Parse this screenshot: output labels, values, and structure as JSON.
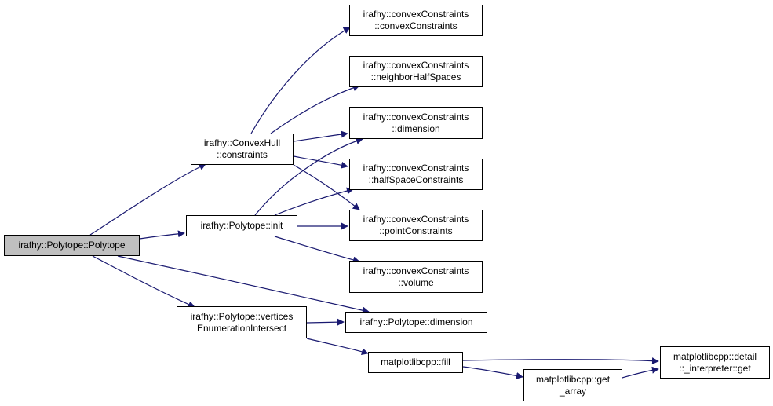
{
  "colors": {
    "edge": "#191970",
    "root_fill": "#bfbfbf",
    "node_fill": "#ffffff",
    "border": "#000000"
  },
  "nodes": {
    "root": {
      "lines": [
        "irafhy::Polytope::Polytope"
      ]
    },
    "cvx_ctor": {
      "lines": [
        "irafhy::convexConstraints",
        "::convexConstraints"
      ]
    },
    "cvx_neighbor": {
      "lines": [
        "irafhy::convexConstraints",
        "::neighborHalfSpaces"
      ]
    },
    "cvx_dimension": {
      "lines": [
        "irafhy::convexConstraints",
        "::dimension"
      ]
    },
    "cvx_halfspace": {
      "lines": [
        "irafhy::convexConstraints",
        "::halfSpaceConstraints"
      ]
    },
    "cvx_point": {
      "lines": [
        "irafhy::convexConstraints",
        "::pointConstraints"
      ]
    },
    "cvx_volume": {
      "lines": [
        "irafhy::convexConstraints",
        "::volume"
      ]
    },
    "hull_constraints": {
      "lines": [
        "irafhy::ConvexHull",
        "::constraints"
      ]
    },
    "poly_init": {
      "lines": [
        "irafhy::Polytope::init"
      ]
    },
    "poly_vertices": {
      "lines": [
        "irafhy::Polytope::vertices",
        "EnumerationIntersect"
      ]
    },
    "poly_dimension": {
      "lines": [
        "irafhy::Polytope::dimension"
      ]
    },
    "mpl_fill": {
      "lines": [
        "matplotlibcpp::fill"
      ]
    },
    "mpl_get_array": {
      "lines": [
        "matplotlibcpp::get",
        "_array"
      ]
    },
    "mpl_interpreter": {
      "lines": [
        "matplotlibcpp::detail",
        "::_interpreter::get"
      ]
    }
  }
}
